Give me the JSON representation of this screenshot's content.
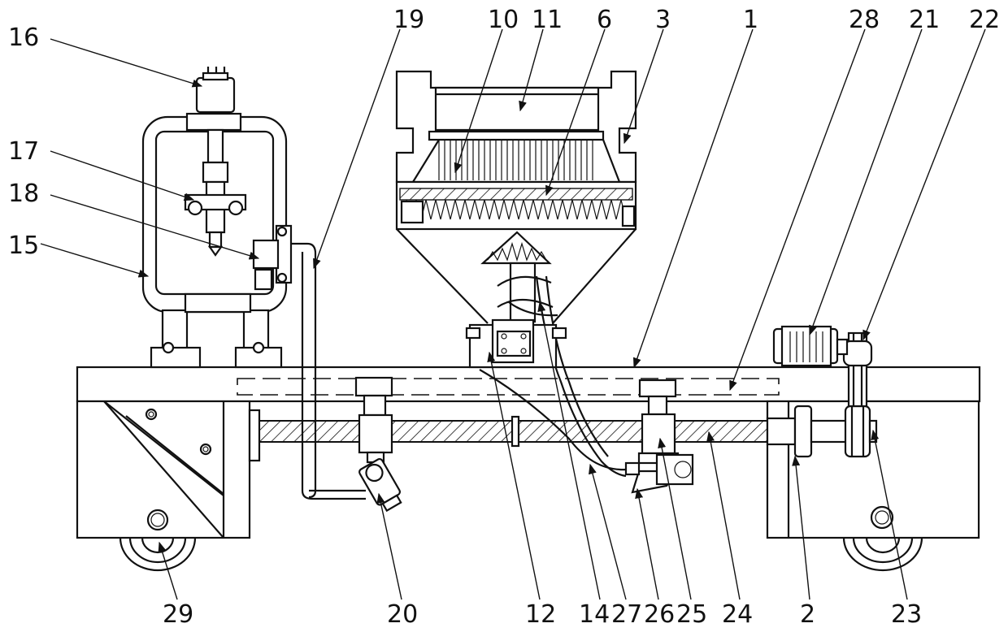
{
  "figure": {
    "type": "mechanical-patent-drawing",
    "labels": [
      "16",
      "17",
      "18",
      "15",
      "19",
      "10",
      "11",
      "6",
      "3",
      "1",
      "28",
      "21",
      "22",
      "29",
      "20",
      "12",
      "14",
      "27",
      "26",
      "25",
      "24",
      "2",
      "23"
    ],
    "ink_color": "#111111",
    "background": "#ffffff"
  }
}
